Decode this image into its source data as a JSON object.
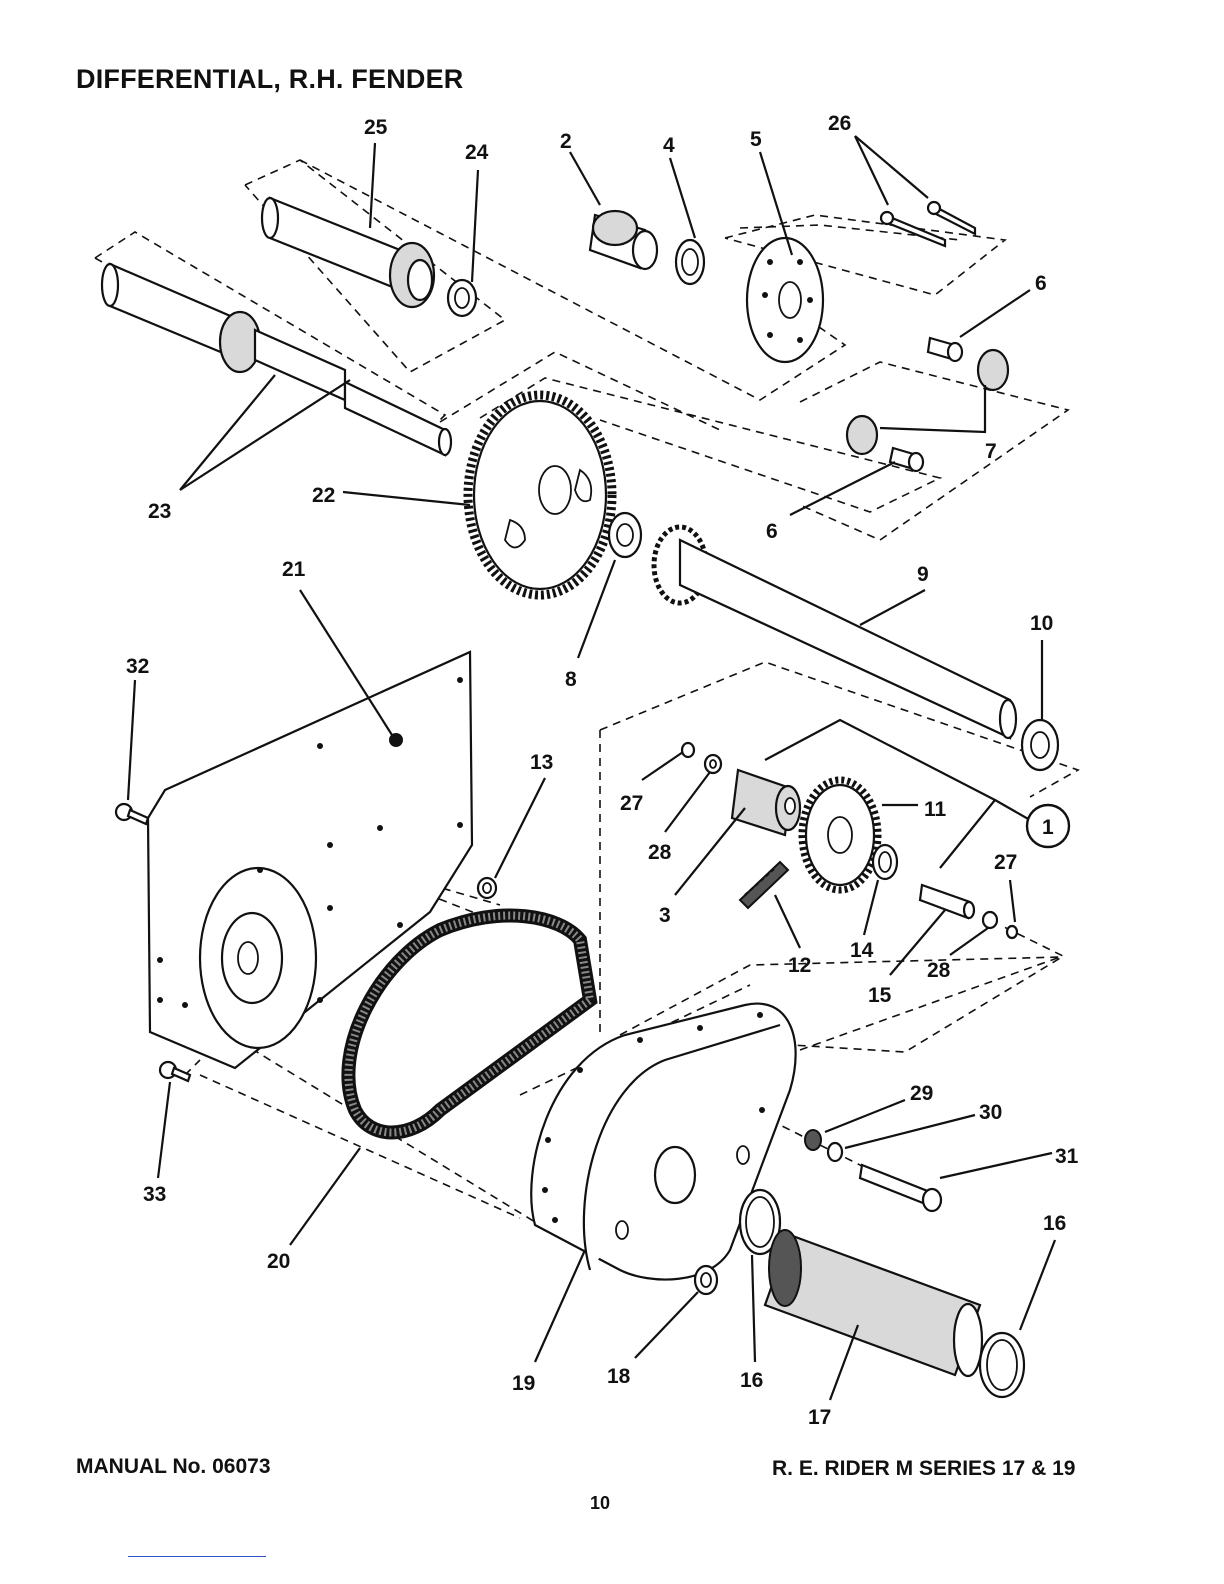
{
  "header": {
    "title": "DIFFERENTIAL, R.H. FENDER"
  },
  "footer": {
    "manual": "MANUAL No. 06073",
    "series": "R. E. RIDER M SERIES 17 & 19",
    "page": "10"
  },
  "callouts": [
    {
      "id": "c25",
      "text": "25"
    },
    {
      "id": "c24",
      "text": "24"
    },
    {
      "id": "c2",
      "text": "2"
    },
    {
      "id": "c4",
      "text": "4"
    },
    {
      "id": "c5",
      "text": "5"
    },
    {
      "id": "c26",
      "text": "26"
    },
    {
      "id": "c6a",
      "text": "6"
    },
    {
      "id": "c7",
      "text": "7"
    },
    {
      "id": "c6b",
      "text": "6"
    },
    {
      "id": "c23",
      "text": "23"
    },
    {
      "id": "c22",
      "text": "22"
    },
    {
      "id": "c21",
      "text": "21"
    },
    {
      "id": "c9",
      "text": "9"
    },
    {
      "id": "c10",
      "text": "10"
    },
    {
      "id": "c8",
      "text": "8"
    },
    {
      "id": "c32",
      "text": "32"
    },
    {
      "id": "c13",
      "text": "13"
    },
    {
      "id": "c27a",
      "text": "27"
    },
    {
      "id": "c28a",
      "text": "28"
    },
    {
      "id": "c11",
      "text": "11"
    },
    {
      "id": "c1",
      "text": "1"
    },
    {
      "id": "c3",
      "text": "3"
    },
    {
      "id": "c27b",
      "text": "27"
    },
    {
      "id": "c12",
      "text": "12"
    },
    {
      "id": "c14",
      "text": "14"
    },
    {
      "id": "c15",
      "text": "15"
    },
    {
      "id": "c28b",
      "text": "28"
    },
    {
      "id": "c29",
      "text": "29"
    },
    {
      "id": "c30",
      "text": "30"
    },
    {
      "id": "c31",
      "text": "31"
    },
    {
      "id": "c33",
      "text": "33"
    },
    {
      "id": "c16a",
      "text": "16"
    },
    {
      "id": "c20",
      "text": "20"
    },
    {
      "id": "c19",
      "text": "19"
    },
    {
      "id": "c18",
      "text": "18"
    },
    {
      "id": "c16b",
      "text": "16"
    },
    {
      "id": "c17",
      "text": "17"
    }
  ]
}
